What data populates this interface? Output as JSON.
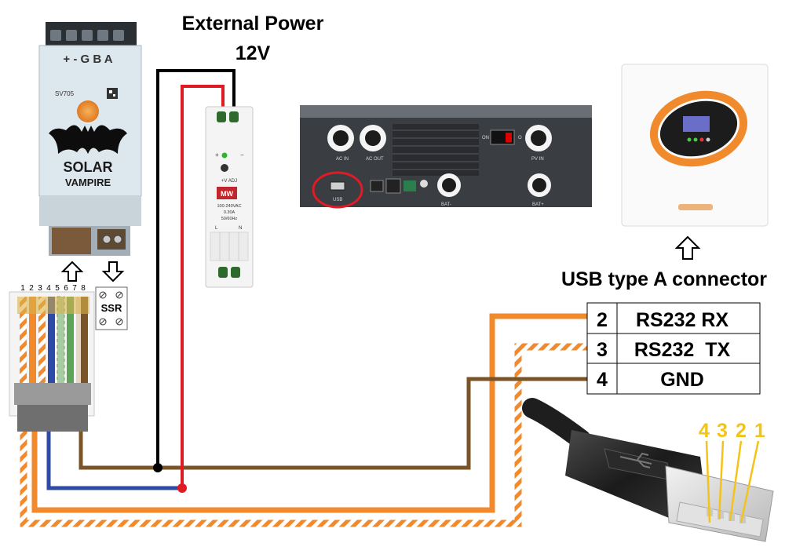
{
  "external_power": {
    "line1": "External Power",
    "line2": "12V"
  },
  "vampire": {
    "terminal_label": "+ - G B A",
    "model": "SV705",
    "brand_line1": "SOLAR",
    "brand_line2": "VAMPIRE"
  },
  "psu": {
    "mark_left": "+",
    "mark_right": "−",
    "logo": "MW",
    "pot_label": "+V ADJ",
    "spec1": "100-240VAC",
    "spec2": "0.30A",
    "spec3": "50/60Hz",
    "term_l": "L",
    "term_n": "N"
  },
  "ssr": {
    "label": "SSR"
  },
  "rj45": {
    "pins": [
      "1",
      "2",
      "3",
      "4",
      "5",
      "6",
      "7",
      "8"
    ]
  },
  "usb_title": "USB type A connector",
  "pin_table": [
    {
      "pin": "2",
      "signal": "RS232 RX"
    },
    {
      "pin": "3",
      "signal": "RS232  TX"
    },
    {
      "pin": "4",
      "signal": "GND"
    }
  ],
  "usb_plug_pins": [
    "4",
    "3",
    "2",
    "1"
  ],
  "inverter_labels": {
    "ac_in": "AC IN",
    "ac_out": "AC OUT",
    "usb": "USB",
    "pv_in": "PV IN",
    "bat_plus": "BAT+",
    "bat_minus": "BAT-",
    "on": "ON",
    "off": "O"
  },
  "colors": {
    "orange": "#f08a2c",
    "brown": "#7a5426",
    "blue": "#2c4aa6",
    "red": "#e01b24",
    "black": "#000000"
  }
}
